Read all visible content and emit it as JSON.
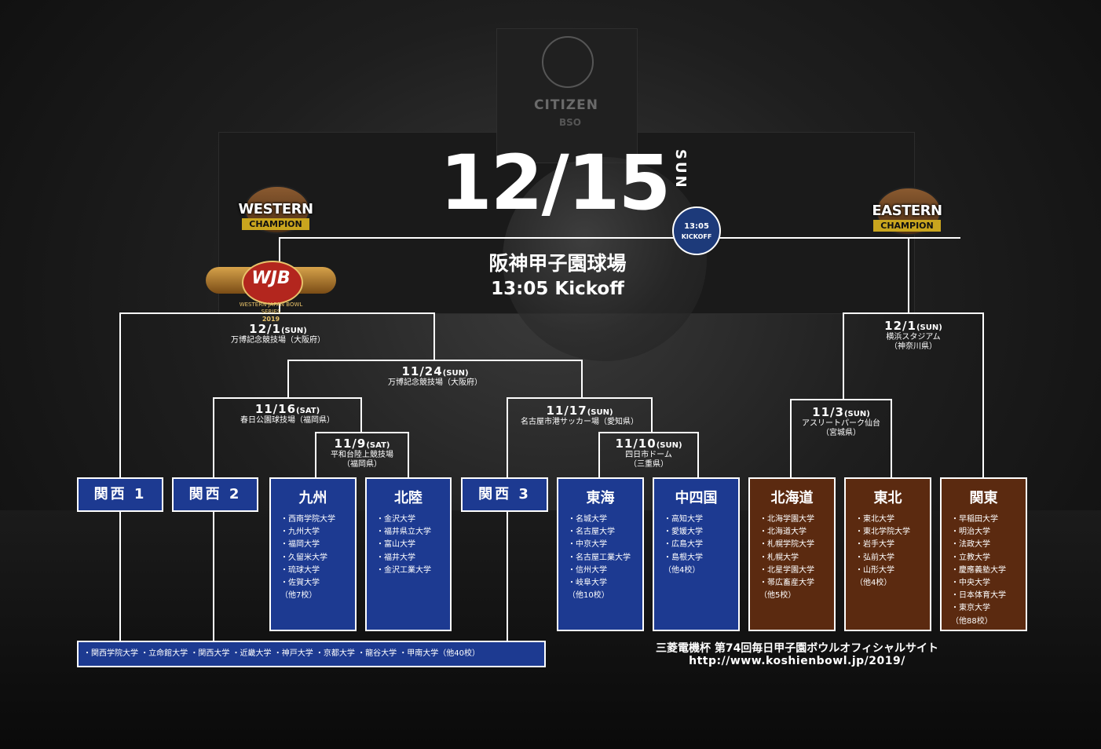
{
  "final": {
    "date": "12/15",
    "weekday": "SUN",
    "kickoff_badge_time": "13:05",
    "kickoff_badge_label": "KICKOFF",
    "venue": "阪神甲子園球場",
    "kickoff": "13:05 Kickoff"
  },
  "backdrop": {
    "clock_brand": "CITIZEN",
    "board_letters": "BSO"
  },
  "western": {
    "badge_name": "WESTERN",
    "badge_sub": "CHAMPION",
    "logo_text": "WJB",
    "logo_sub": "WESTERN JAPAN BOWL SERIES",
    "logo_year": "2019"
  },
  "eastern": {
    "badge_name": "EASTERN",
    "badge_sub": "CHAMPION"
  },
  "matches": {
    "w_final": {
      "date": "12/1",
      "weekday": "(SUN)",
      "venue": "万博記念競技場（大阪府）"
    },
    "w_semi": {
      "date": "11/24",
      "weekday": "(SUN)",
      "venue": "万博記念競技場（大阪府）"
    },
    "w_qf1": {
      "date": "11/16",
      "weekday": "(SAT)",
      "venue": "春日公園球技場（福岡県）"
    },
    "w_r1a": {
      "date": "11/9",
      "weekday": "(SAT)",
      "venue": "平和台陸上競技場",
      "venue2": "（福岡県）"
    },
    "w_qf2": {
      "date": "11/17",
      "weekday": "(SUN)",
      "venue": "名古屋市港サッカー場（愛知県）"
    },
    "w_r1b": {
      "date": "11/10",
      "weekday": "(SUN)",
      "venue": "四日市ドーム",
      "venue2": "（三重県）"
    },
    "e_final": {
      "date": "12/1",
      "weekday": "(SUN)",
      "venue": "横浜スタジアム",
      "venue2": "（神奈川県）"
    },
    "e_semi": {
      "date": "11/3",
      "weekday": "(SUN)",
      "venue": "アスリートパーク仙台",
      "venue2": "（宮城県）"
    }
  },
  "teams": {
    "kansai1": {
      "name": "関西 1"
    },
    "kansai2": {
      "name": "関西 2"
    },
    "kansai3": {
      "name": "関西 3"
    },
    "kyushu": {
      "name": "九州",
      "schools": [
        "・西南学院大学",
        "・九州大学",
        "・福岡大学",
        "・久留米大学",
        "・琉球大学",
        "・佐賀大学",
        "（他7校）"
      ]
    },
    "hokuriku": {
      "name": "北陸",
      "schools": [
        "・金沢大学",
        "・福井県立大学",
        "・富山大学",
        "・福井大学",
        "・金沢工業大学"
      ]
    },
    "tokai": {
      "name": "東海",
      "schools": [
        "・名城大学",
        "・名古屋大学",
        "・中京大学",
        "・名古屋工業大学",
        "・信州大学",
        "・岐阜大学",
        "（他10校）"
      ]
    },
    "chushikoku": {
      "name": "中四国",
      "schools": [
        "・高知大学",
        "・愛媛大学",
        "・広島大学",
        "・島根大学",
        "（他4校）"
      ]
    },
    "hokkaido": {
      "name": "北海道",
      "schools": [
        "・北海学園大学",
        "・北海道大学",
        "・札幌学院大学",
        "・札幌大学",
        "・北星学園大学",
        "・帯広畜産大学",
        "（他5校）"
      ]
    },
    "tohoku": {
      "name": "東北",
      "schools": [
        "・東北大学",
        "・東北学院大学",
        "・岩手大学",
        "・弘前大学",
        "・山形大学",
        "（他4校）"
      ]
    },
    "kanto": {
      "name": "関東",
      "schools": [
        "・早稲田大学",
        "・明治大学",
        "・法政大学",
        "・立教大学",
        "・慶應義塾大学",
        "・中央大学",
        "・日本体育大学",
        "・東京大学",
        "（他88校）"
      ]
    }
  },
  "kansai_schools": "・関西学院大学 ・立命館大学 ・関西大学 ・近畿大学 ・神戸大学 ・京都大学 ・龍谷大学 ・甲南大学（他40校）",
  "footer": {
    "title": "三菱電機杯 第74回毎日甲子園ボウルオフィシャルサイト",
    "url": "http://www.koshienbowl.jp/2019/"
  },
  "colors": {
    "team_blue": "#1d3a91",
    "team_brown": "#5b2a10",
    "champion_gold": "#c9a51e",
    "lines": "#ffffff"
  }
}
